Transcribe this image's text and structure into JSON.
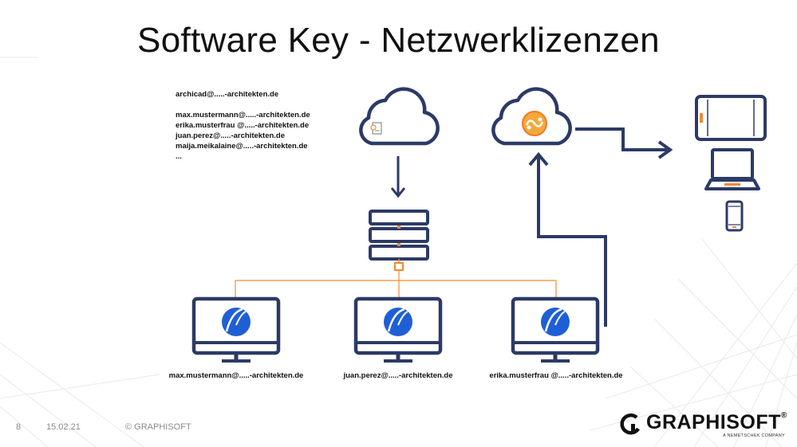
{
  "slide": {
    "title": "Software Key - Netzwerklizenzen",
    "email_list": {
      "first": "archicad@.....-architekten.de",
      "users": [
        "max.mustermann@.....-architekten.de",
        "erika.musterfrau @.....-architekten.de",
        "juan.perez@.....-architekten.de",
        "maija.meikalaine@.....-architekten.de",
        "..."
      ]
    },
    "workstations": [
      {
        "label": "max.mustermann@.....-architekten.de"
      },
      {
        "label": "juan.perez@.....-architekten.de"
      },
      {
        "label": "erika.musterfrau @.....-architekten.de"
      }
    ],
    "footer": {
      "page_number": "8",
      "date": "15.02.21",
      "copyright": "© GRAPHISOFT"
    },
    "logo": {
      "name": "GRAPHISOFT",
      "registered": "®",
      "tagline": "A NEMETSCHEK COMPANY"
    },
    "colors": {
      "navy": "#2c3a66",
      "orange": "#f28a32",
      "accent_blue": "#1f5fd6",
      "icon_gray": "#8a8a8a"
    },
    "icons": {
      "license_cloud": "cloud-document-icon",
      "bimcloud": "cloud-graphisoft-icon",
      "server": "server-rack-icon",
      "workstation": "desktop-monitor-archicad-icon",
      "tablet": "tablet-icon",
      "laptop": "laptop-icon",
      "phone": "smartphone-icon"
    }
  }
}
